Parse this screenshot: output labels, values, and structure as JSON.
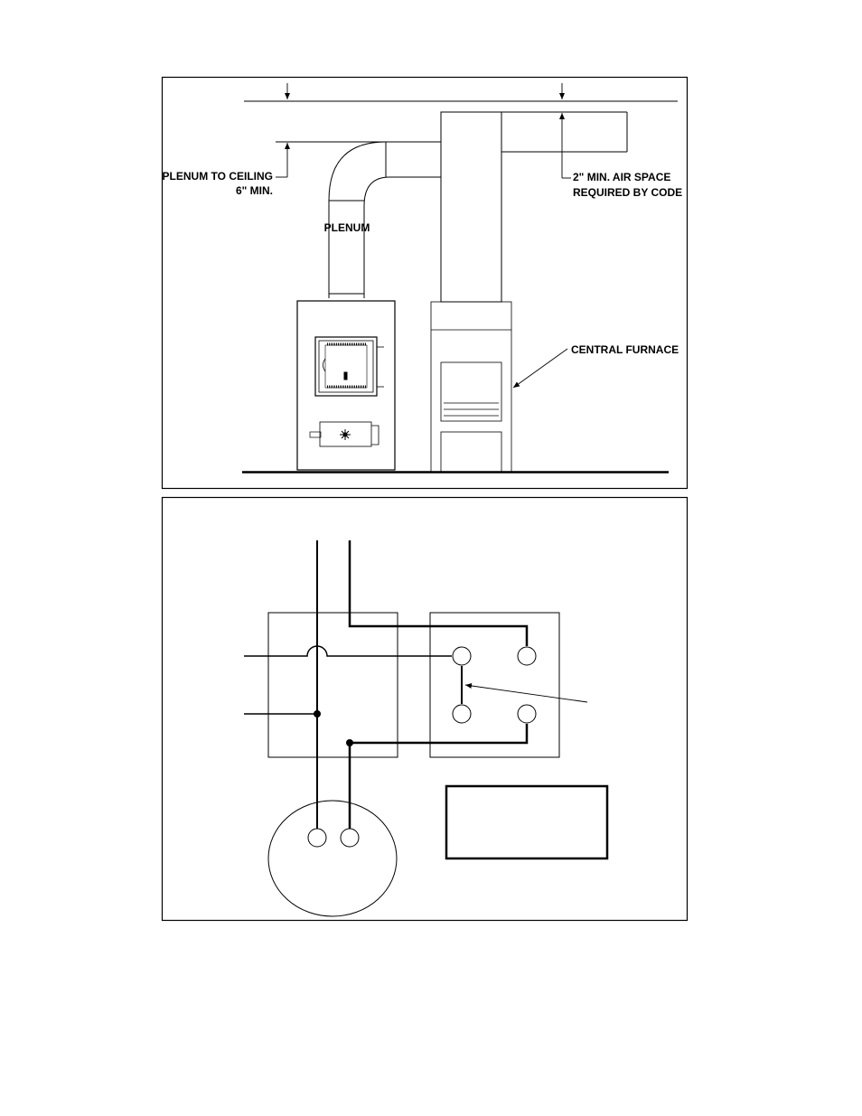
{
  "top_diagram": {
    "labels": {
      "plenum_to_ceiling_line1": "PLENUM TO CEILING",
      "plenum_to_ceiling_line2": "6\" MIN.",
      "plenum": "PLENUM",
      "air_space_line1": "2\" MIN. AIR SPACE",
      "air_space_line2": "REQUIRED BY CODE",
      "central_furnace": "CENTRAL FURNACE"
    }
  },
  "bottom_diagram": {
    "labels": []
  }
}
